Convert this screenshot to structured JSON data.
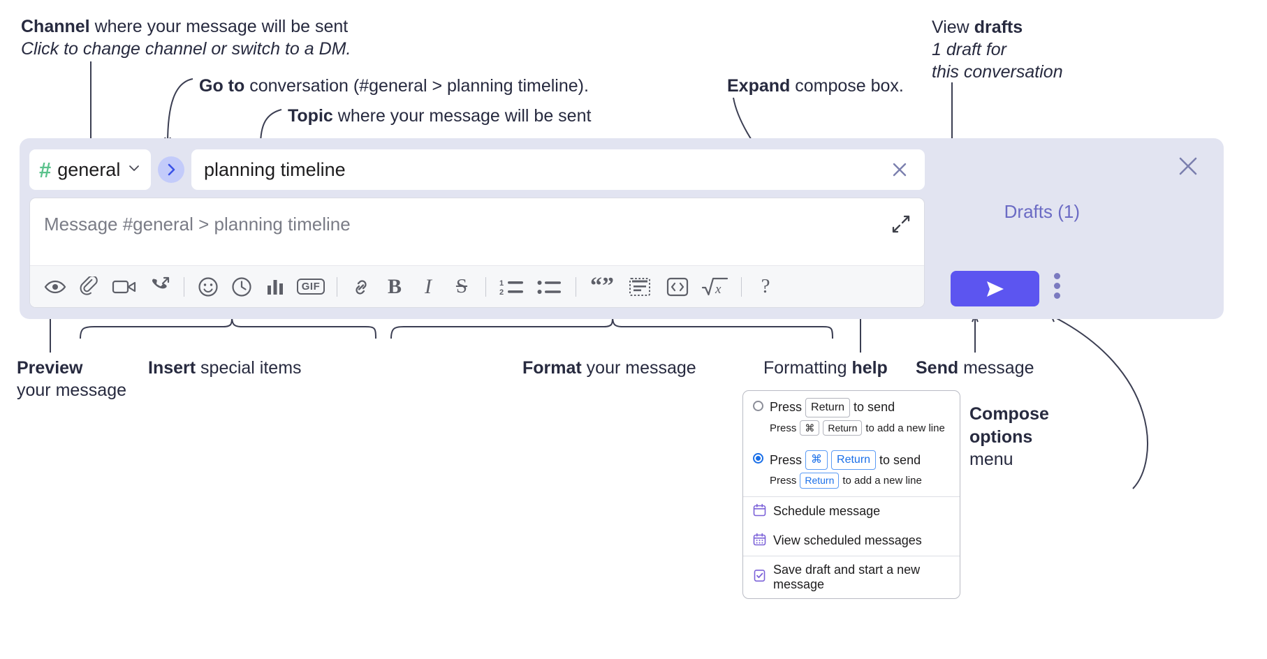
{
  "annotations": {
    "channel": {
      "bold": "Channel",
      "rest": " where your message will be sent",
      "italic": "Click to change channel or switch to a DM."
    },
    "goto": {
      "bold": "Go to",
      "rest": " conversation (#general > planning timeline)."
    },
    "topic": {
      "bold": "Topic",
      "rest": " where your message will be sent"
    },
    "expand": {
      "bold": "Expand",
      "rest": " compose box."
    },
    "drafts": {
      "pre": "View ",
      "bold": "drafts",
      "italic1": "1 draft for",
      "italic2": "this conversation"
    },
    "preview": {
      "bold": "Preview",
      "rest": "your message"
    },
    "insert": {
      "bold": "Insert",
      "rest": " special items"
    },
    "format": {
      "bold": "Format",
      "rest": " your message"
    },
    "help": {
      "pre": "Formatting ",
      "bold": "help"
    },
    "send": {
      "bold": "Send",
      "rest": " message"
    },
    "compose": {
      "bold1": "Compose",
      "bold2": "options",
      "rest": "menu"
    }
  },
  "compose": {
    "channel_label": "general",
    "hash_glyph": "#",
    "topic_value": "planning timeline",
    "message_placeholder": "Message #general > planning timeline",
    "drafts_label": "Drafts (1)",
    "icons": {
      "hash": "hash-icon",
      "chevron_down": "chevron-down-icon",
      "goto": "goto-arrow-icon",
      "topic_clear": "close-icon",
      "expand": "expand-icon",
      "panel_close": "close-icon",
      "send": "send-icon",
      "kebab": "more-options-icon"
    },
    "toolbar": [
      {
        "name": "preview-icon",
        "label": ""
      },
      {
        "name": "attachment-icon",
        "label": ""
      },
      {
        "name": "video-icon",
        "label": ""
      },
      {
        "name": "call-icon",
        "label": ""
      },
      {
        "name": "emoji-icon",
        "label": ""
      },
      {
        "name": "clock-icon",
        "label": ""
      },
      {
        "name": "poll-icon",
        "label": ""
      },
      {
        "name": "gif-icon",
        "label": "GIF"
      },
      {
        "name": "link-icon",
        "label": ""
      },
      {
        "name": "bold-icon",
        "label": "B"
      },
      {
        "name": "italic-icon",
        "label": "I"
      },
      {
        "name": "strikethrough-icon",
        "label": "S"
      },
      {
        "name": "ordered-list-icon",
        "label": ""
      },
      {
        "name": "bulleted-list-icon",
        "label": ""
      },
      {
        "name": "blockquote-icon",
        "label": "“”"
      },
      {
        "name": "code-block-icon",
        "label": ""
      },
      {
        "name": "code-icon",
        "label": ""
      },
      {
        "name": "math-icon",
        "label": "x"
      },
      {
        "name": "help-icon",
        "label": "?"
      }
    ]
  },
  "options_menu": {
    "option1": {
      "main_pre": "Press",
      "main_key": "Return",
      "main_post": "to send",
      "sub_pre": "Press",
      "sub_key1": "⌘",
      "sub_key2": "Return",
      "sub_post": "to add a new line",
      "selected": false
    },
    "option2": {
      "main_pre": "Press",
      "main_key1": "⌘",
      "main_key2": "Return",
      "main_post": "to send",
      "sub_pre": "Press",
      "sub_key": "Return",
      "sub_post": "to add a new line",
      "selected": true
    },
    "items": [
      {
        "label": "Schedule message",
        "icon": "calendar-icon"
      },
      {
        "label": "View scheduled messages",
        "icon": "calendar-grid-icon"
      },
      {
        "label": "Save draft and start a new message",
        "icon": "save-draft-icon"
      }
    ]
  },
  "colors": {
    "panel_bg": "#e2e4f1",
    "accent_send": "#5c55f0",
    "hash_green": "#5bc28c",
    "drafts_purple": "#6b6bc4",
    "goto_bg": "#c3cbfa",
    "text": "#272a3f",
    "radio_blue": "#1a6fe8"
  }
}
